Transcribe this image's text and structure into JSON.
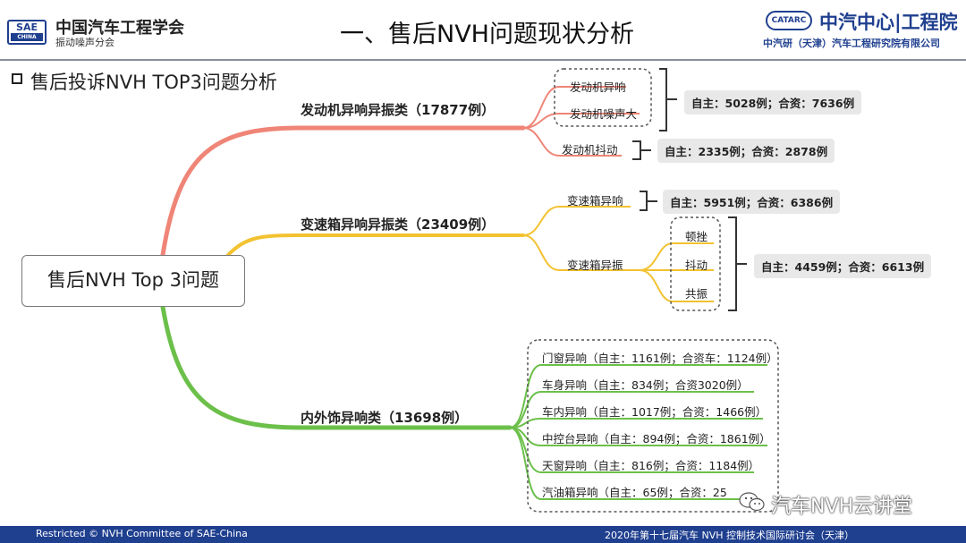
{
  "header": {
    "org_name": "中国汽车工程学会",
    "org_sub": "振动噪声分会",
    "logo_sae_top": "SAE",
    "logo_sae_bottom": "CHINA",
    "title": "一、售后NVH问题现状分析",
    "logo_catarc": "CATARC",
    "catarc_name": "中汽中心|工程院",
    "catarc_sub": "中汽研（天津）汽车工程研究院有限公司"
  },
  "section_title": "售后投诉NVH TOP3问题分析",
  "root": "售后NVH Top 3问题",
  "colors": {
    "branch_engine": "#ef8577",
    "branch_gearbox": "#f2c230",
    "branch_trim": "#6cc04a",
    "brand_blue": "#1f3f8f"
  },
  "categories": [
    {
      "label": "发动机异响异振类（17877例）",
      "subs": [
        {
          "label": "发动机异响"
        },
        {
          "label": "发动机噪声大"
        },
        {
          "label": "发动机抖动"
        }
      ],
      "pills": [
        "自主：5028例；合资：7636例",
        "自主：2335例；合资：2878例"
      ]
    },
    {
      "label": "变速箱异响异振类（23409例）",
      "subs": [
        {
          "label": "变速箱异响"
        },
        {
          "label": "变速箱异振"
        }
      ],
      "leaves": [
        "顿挫",
        "抖动",
        "共振"
      ],
      "pills": [
        "自主：5951例；合资：6386例",
        "自主：4459例；合资：6613例"
      ]
    },
    {
      "label": "内外饰异响类（13698例）",
      "subs": [
        {
          "label": "门窗异响（自主：1161例；合资车：1124例）"
        },
        {
          "label": "车身异响（自主：834例；合资3020例）"
        },
        {
          "label": "车内异响（自主：1017例；合资：1466例）"
        },
        {
          "label": "中控台异响（自主：894例；合资：1861例）"
        },
        {
          "label": "天窗异响（自主：816例；合资：1184例）"
        },
        {
          "label": "汽油箱异响（自主：65例；合资：25"
        }
      ]
    }
  ],
  "footer": {
    "left": "Restricted © NVH Committee of SAE-China",
    "right": "2020年第十七届汽车 NVH 控制技术国际研讨会（天津）"
  },
  "watermark": "汽车NVH云讲堂"
}
